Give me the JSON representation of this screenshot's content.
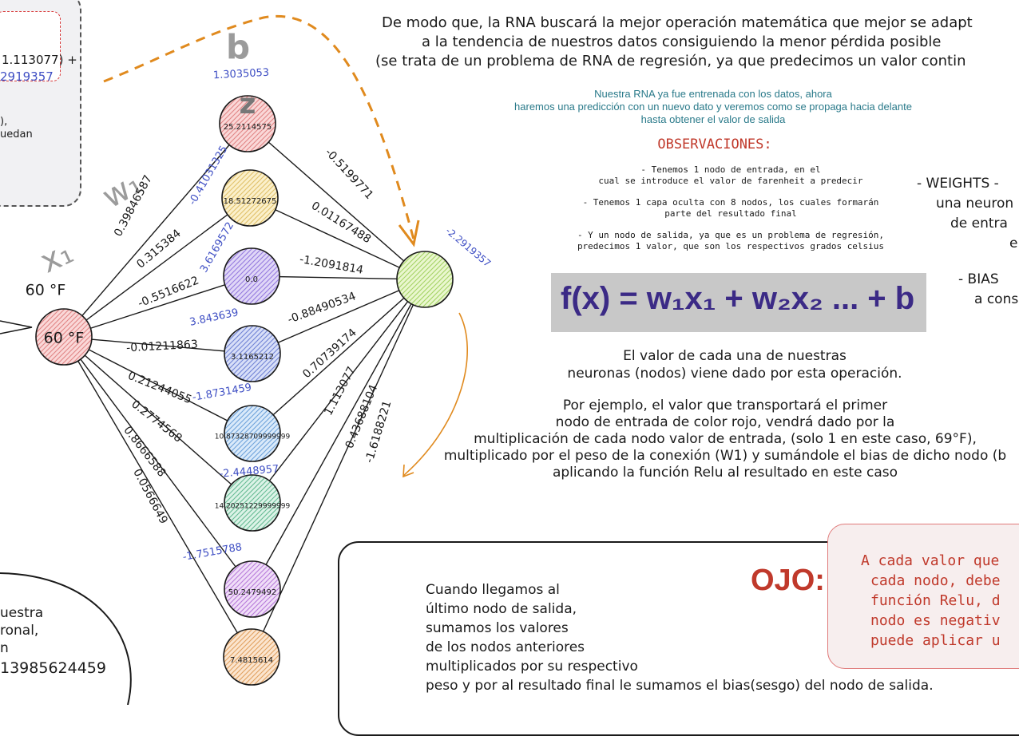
{
  "top_left_panel": {
    "line1": "1.113077) +",
    "line2": "2919357",
    "line3": "),",
    "line4": "uedan"
  },
  "network": {
    "input_label": "60 °F",
    "input_node": "60 °F",
    "x1_label": "x₁",
    "w1_label": "w₁",
    "b_label": "b",
    "z_label": "z",
    "output_bias": "-2.2919357",
    "hidden_nodes": [
      {
        "value": "25.2114575",
        "bias": "1.3035053",
        "color": "#f6b8b8",
        "stroke": "#d96a6a"
      },
      {
        "value": "18.51272675",
        "bias": "-0.41031325",
        "color": "#f8e4a0",
        "stroke": "#d8b24a"
      },
      {
        "value": "0.0",
        "bias": "3.6169572",
        "color": "#c7b7f0",
        "stroke": "#7b5ad6"
      },
      {
        "value": "3.1165212",
        "bias": "3.843639",
        "color": "#b8c4f2",
        "stroke": "#4d63c8"
      },
      {
        "value": "10.87328709999999",
        "bias": "-1.8731459",
        "color": "#bcd9f6",
        "stroke": "#4a8bd0"
      },
      {
        "value": "14.20251229999999",
        "bias": "-2.4448957",
        "color": "#bfe9d4",
        "stroke": "#3fa87a"
      },
      {
        "value": "50.2479492",
        "bias": "-1.7515788",
        "color": "#e3c3f2",
        "stroke": "#a45ad0"
      },
      {
        "value": "7.4815614",
        "bias": "",
        "color": "#f8d0a8",
        "stroke": "#d98a3a"
      }
    ],
    "input_weights": [
      "0.39846587",
      "0.315384",
      "-0.5516622",
      "-0.01211863",
      "0.21244055",
      "0.2774568",
      "0.8666588",
      "0.0566649"
    ],
    "output_weights": [
      "-0.5199771",
      "0.01167488",
      "-1.2091814",
      "-0.88490534",
      "0.70739174",
      "1.113077",
      "0.43688104",
      "-1.6188221"
    ]
  },
  "intro": {
    "line1": "De modo que, la RNA buscará la mejor operación matemática que mejor se adapt",
    "line2": "a la tendencia de nuestros datos consiguiendo la menor pérdida posible",
    "line3": "(se trata de un problema de RNA de regresión, ya que predecimos un valor contin"
  },
  "teal_note": {
    "line1": "Nuestra RNA ya fue entrenada con los datos, ahora",
    "line2": "haremos una predicción con un nuevo dato y veremos como se propaga hacia delante",
    "line3": "hasta obtener el valor de salida"
  },
  "observaciones": {
    "title": "OBSERVACIONES:",
    "item1_line1": "- Tenemos 1 nodo de entrada, en el",
    "item1_line2": "cual se introduce el valor de farenheit a predecir",
    "item2_line1": "- Tenemos 1 capa oculta con 8 nodos, los cuales formarán",
    "item2_line2": "parte del resultado final",
    "item3_line1": "- Y un nodo de salida, ya que es un problema de regresión,",
    "item3_line2": "predecimos 1 valor, que son los respectivos grados celsius"
  },
  "weights_side": {
    "line1": "- WEIGHTS -",
    "line2": "una neuron",
    "line3": "de entra",
    "line4": "e",
    "bias1": "- BIAS",
    "bias2": "a cons"
  },
  "formula": {
    "text": "f(x) = w₁x₁ + w₂x₂ ... + b"
  },
  "explanation": {
    "line1": "El valor de cada una de nuestras",
    "line2": "neuronas (nodos) viene dado por esta operación.",
    "line3": "Por ejemplo, el valor que transportará el primer",
    "line4": "nodo de entrada de color rojo, vendrá dado por la",
    "line5": "multiplicación de cada nodo valor de entrada, (solo 1 en este caso, 69°F),",
    "line6": "multiplicado por el peso de la conexión (W1) y sumándole el bias de dicho nodo (b",
    "line7": "aplicando la función Relu al resultado en este caso"
  },
  "bottom_left": {
    "line1": "uestra",
    "line2": "ronal,",
    "line3": "n",
    "line4": "13985624459"
  },
  "bottom_box": {
    "line1": "Cuando llegamos al",
    "line2": "último nodo de salida,",
    "line3": "sumamos los valores",
    "line4": "de los nodos anteriores",
    "line5": "multiplicados por su respectivo",
    "line6": "peso y por al resultado final le sumamos el bias(sesgo) del nodo de salida."
  },
  "ojo": {
    "label": "OJO:",
    "line1": "A cada valor que",
    "line2": "cada nodo, debe",
    "line3": "función Relu, d",
    "line4": "nodo es negativ",
    "line5": "puede aplicar u"
  },
  "colors": {
    "orange_arrow": "#e08a1e",
    "bias_blue": "#3f4fc4",
    "teal": "#2a7a8a",
    "obs_red": "#c0392b"
  }
}
